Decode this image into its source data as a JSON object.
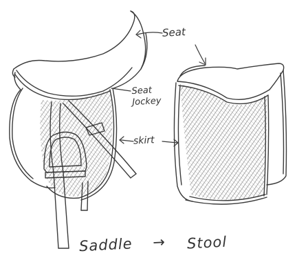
{
  "labels": {
    "seat": "Seat",
    "seat_jockey": [
      "Seat",
      "Jockey"
    ],
    "skirt": "skirt"
  },
  "caption": {
    "left": "Saddle",
    "arrow": "→",
    "right": "Stool"
  },
  "colors": {
    "stroke": "#3a3a3a",
    "hatch": "#5a5a5a",
    "background": "#ffffff"
  }
}
